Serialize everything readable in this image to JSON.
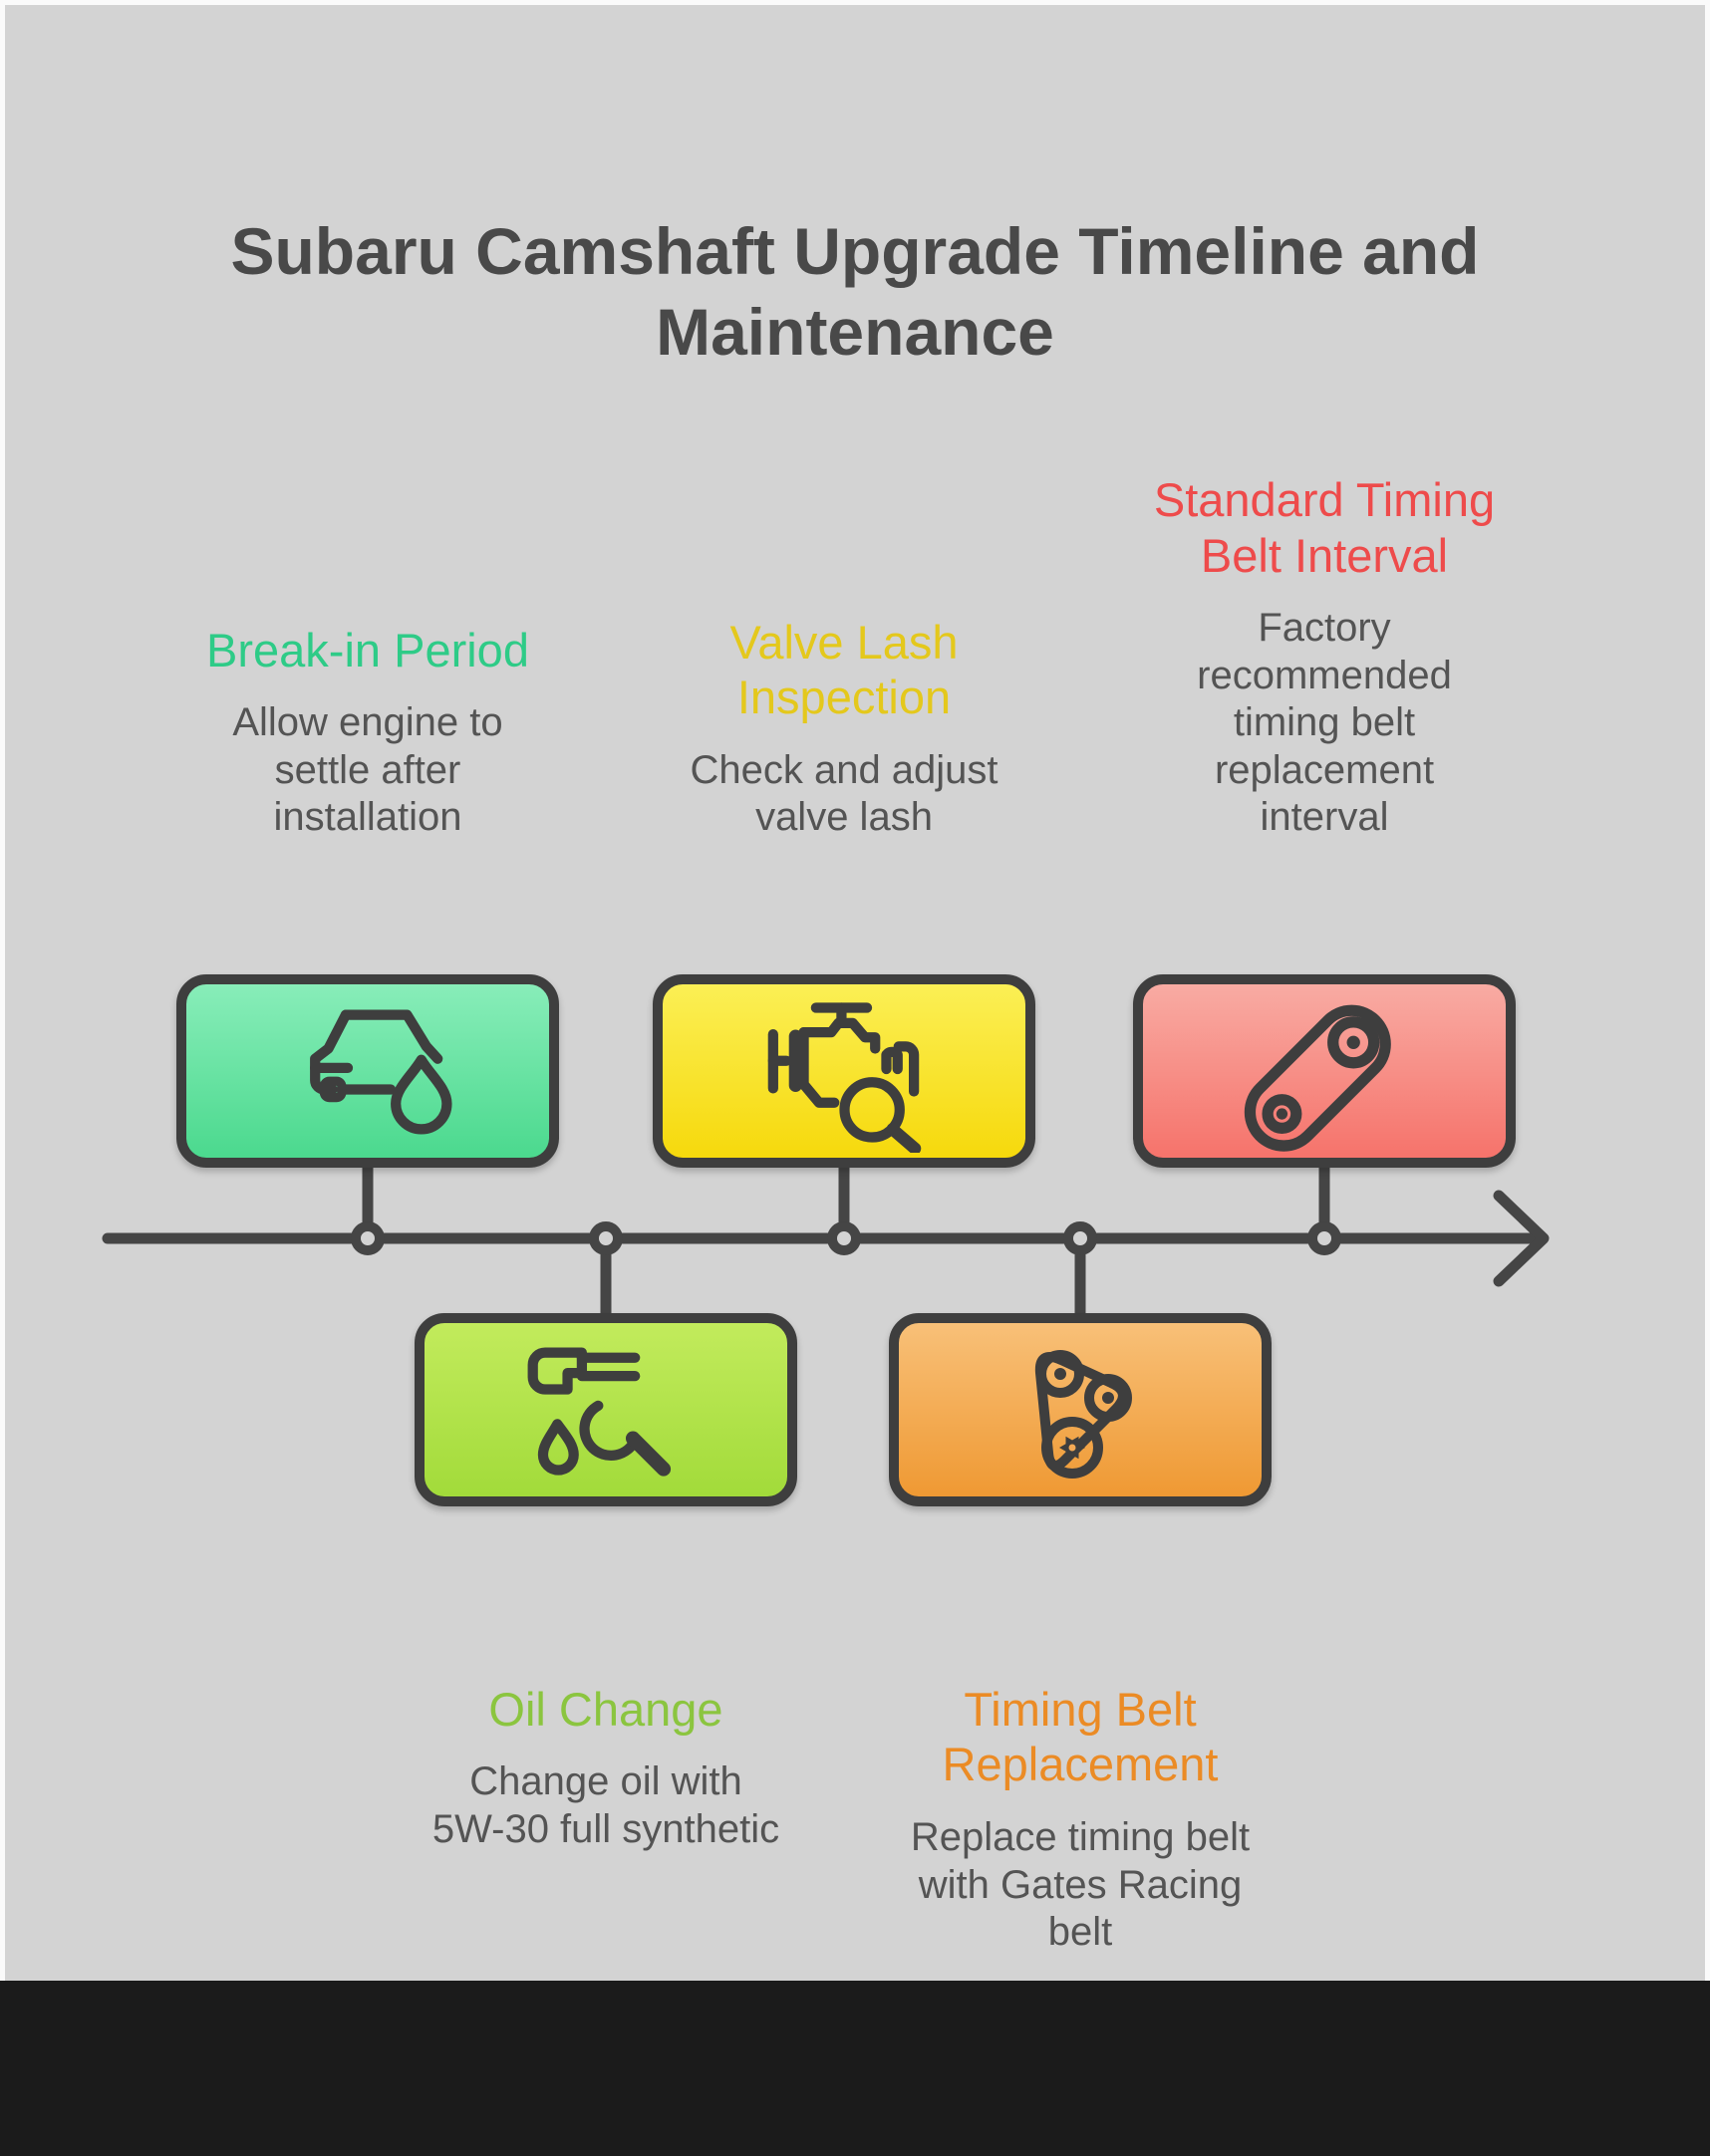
{
  "page": {
    "title": "Subaru Camshaft Upgrade Timeline and\nMaintenance",
    "title_color": "#494949",
    "background_color": "#d3d3d3",
    "frame_color": "#fafafa",
    "footer_bar_color": "#1b1b1b",
    "outline_color": "#3e3e3e",
    "body_text_color": "#545454"
  },
  "timeline": {
    "direction": "left-to-right",
    "line_color": "#454545",
    "node_count": 5
  },
  "milestones": [
    {
      "title": "Break-in Period",
      "description": "Allow engine to\nsettle after\ninstallation",
      "accent_color": "#2ecb87",
      "box_gradient": {
        "from": "#88edb9",
        "to": "#4bd98e"
      },
      "icon": "car-oil-drop-icon",
      "row": "top"
    },
    {
      "title": "Oil Change",
      "description": "Change oil with\n5W-30 full synthetic",
      "accent_color": "#8bc53f",
      "box_gradient": {
        "from": "#c2eb5c",
        "to": "#a2db3a"
      },
      "icon": "oil-nozzle-wrench-icon",
      "row": "bottom"
    },
    {
      "title": "Valve Lash\nInspection",
      "description": "Check and adjust\nvalve lash",
      "accent_color": "#e4c81c",
      "box_gradient": {
        "from": "#fbef55",
        "to": "#f6d90c"
      },
      "icon": "engine-magnifier-icon",
      "row": "top"
    },
    {
      "title": "Timing Belt\nReplacement",
      "description": "Replace timing belt\nwith Gates Racing\nbelt",
      "accent_color": "#eb8b25",
      "box_gradient": {
        "from": "#f8c078",
        "to": "#ef9933"
      },
      "icon": "belt-three-pulleys-icon",
      "row": "bottom"
    },
    {
      "title": "Standard Timing\nBelt Interval",
      "description": "Factory\nrecommended\ntiming belt\nreplacement\ninterval",
      "accent_color": "#ee4b4b",
      "box_gradient": {
        "from": "#f8aba3",
        "to": "#f6736b"
      },
      "icon": "belt-two-pulleys-icon",
      "row": "top"
    }
  ]
}
